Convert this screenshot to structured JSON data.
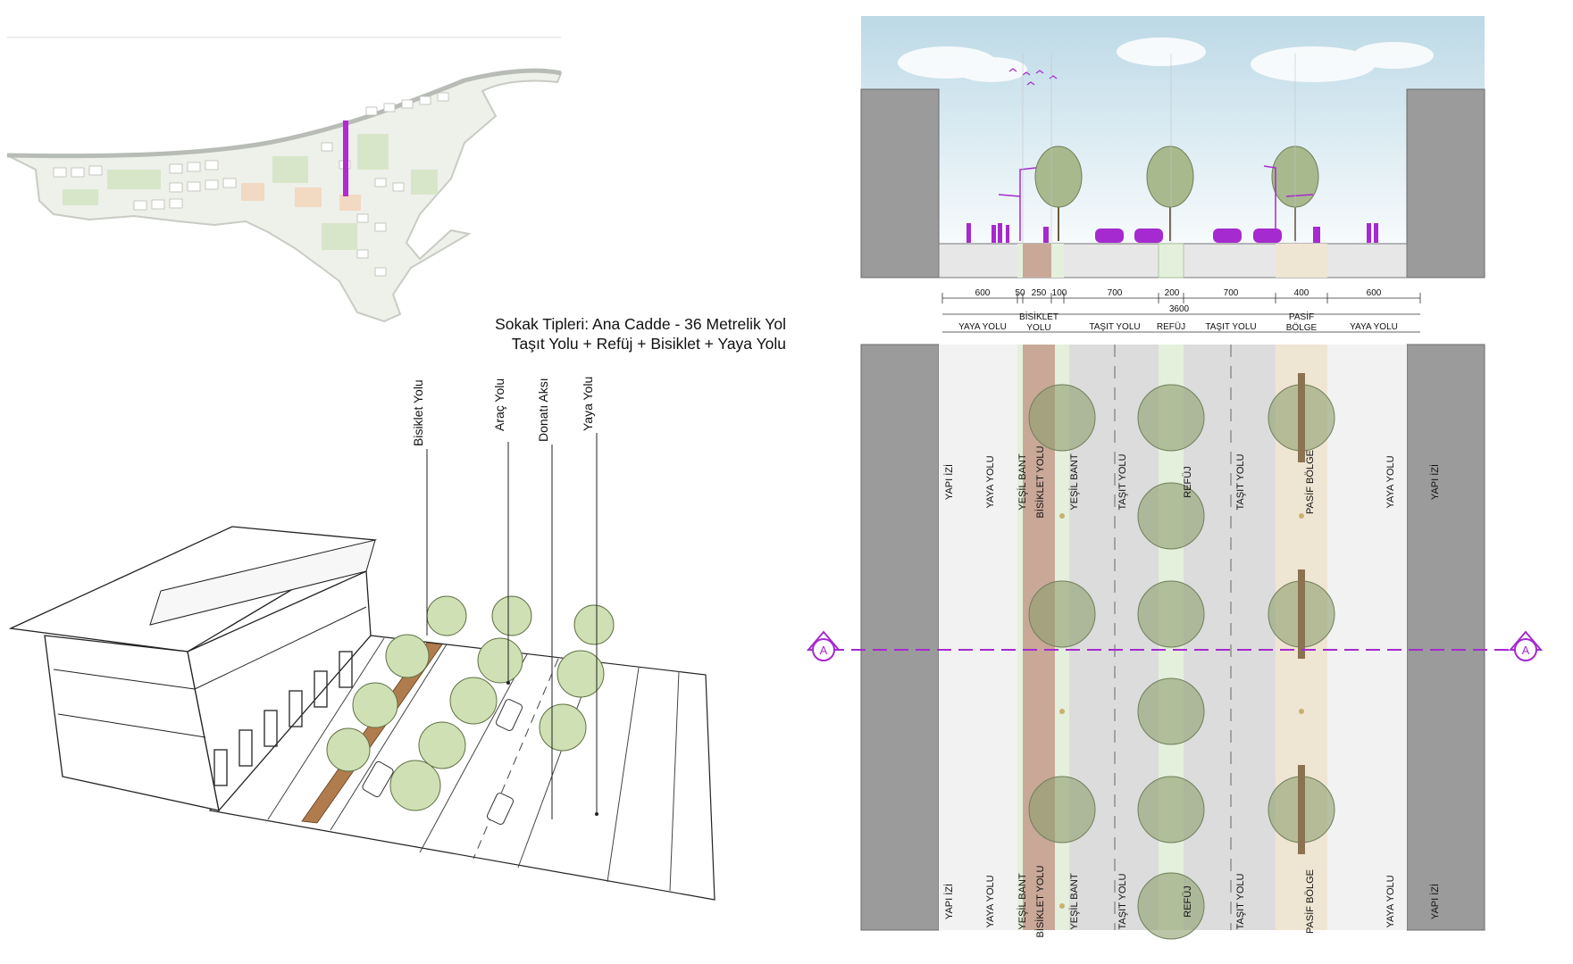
{
  "heading": {
    "line1": "Sokak Tipleri: Ana Cadde - 36 Metrelik Yol",
    "line2": "Taşıt Yolu + Refüj + Bisiklet + Yaya Yolu"
  },
  "perspective_callouts": [
    "Bisiklet Yolu",
    "Araç Yolu",
    "Donatı Aksı",
    "Yaya Yolu"
  ],
  "section": {
    "dimensions": [
      "600",
      "50",
      "250",
      "100",
      "700",
      "200",
      "700",
      "400",
      "600"
    ],
    "total": "3600",
    "zones": [
      "YAYA YOLU",
      "BİSİKLET YOLU",
      "TAŞIT YOLU",
      "REFÜJ",
      "TAŞIT YOLU",
      "PASİF BÖLGE",
      "YAYA YOLU"
    ]
  },
  "plan": {
    "building_label": "YAPI İZİ",
    "strip_labels": [
      "YAYA YOLU",
      "YEŞİL BANT",
      "BİSİKLET YOLU",
      "YEŞİL BANT",
      "TAŞIT YOLU",
      "REFÜJ",
      "TAŞIT YOLU",
      "PASİF BÖLGE",
      "YAYA YOLU"
    ],
    "section_marker": "A"
  },
  "colors": {
    "highlight": "#a52acf",
    "bike_lane": "#c9a898",
    "green_band": "#e4f0dc",
    "passive_zone": "#efe5d3",
    "building": "#9a9a9a",
    "tree": "#8e9e6e"
  }
}
